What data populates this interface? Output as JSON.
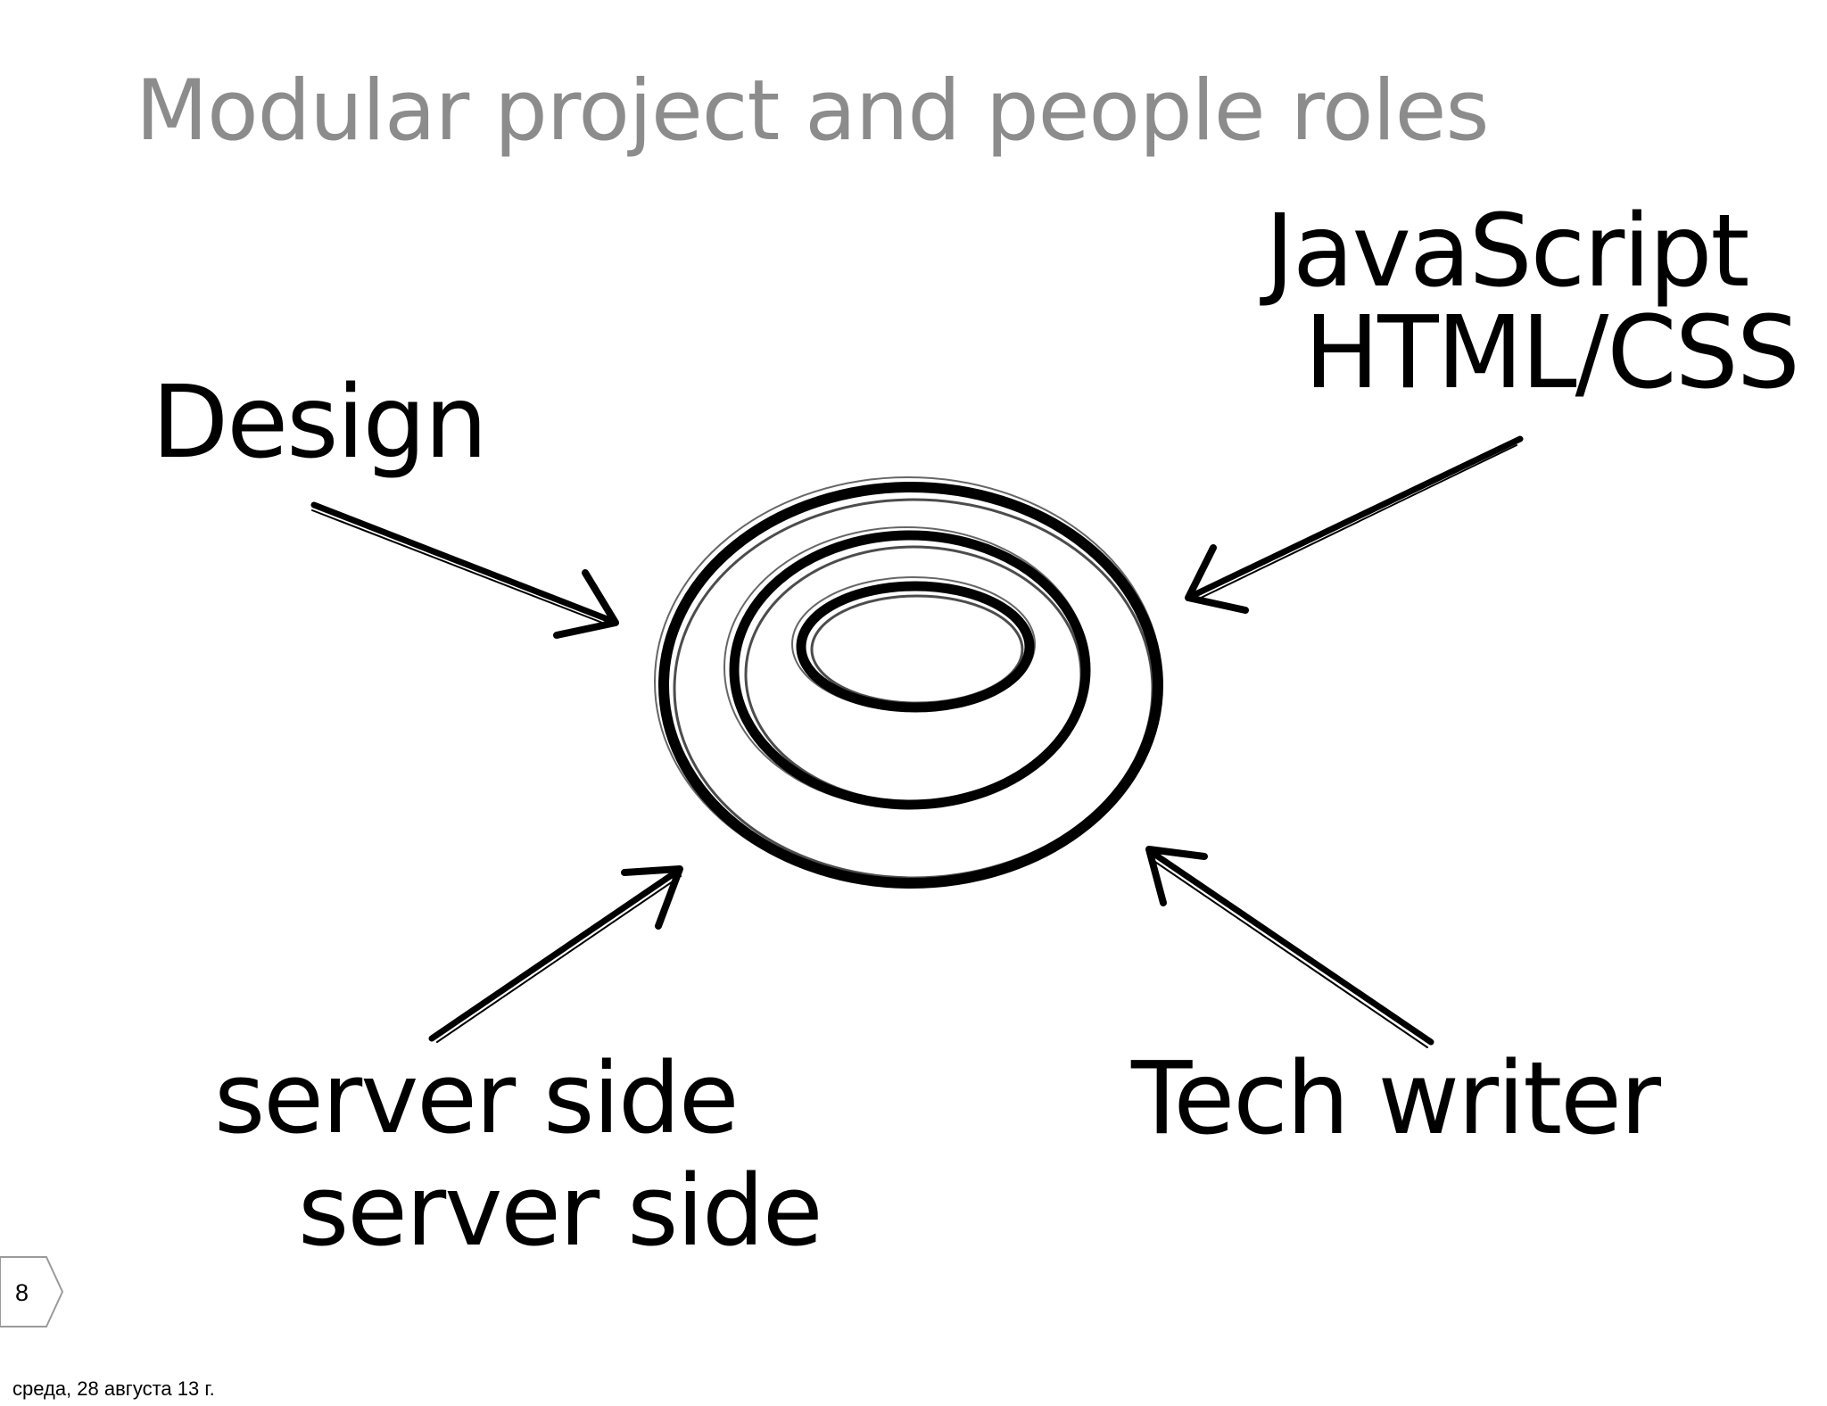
{
  "slide": {
    "title": "Modular project and people roles",
    "roles": {
      "design": "Design",
      "javascript": "JavaScript",
      "html_css": "HTML/CSS",
      "server_side_1": "server side",
      "server_side_2": "server side",
      "tech_writer": "Tech writer"
    },
    "page_number": "8",
    "date": "среда, 28 августа 13 г."
  }
}
